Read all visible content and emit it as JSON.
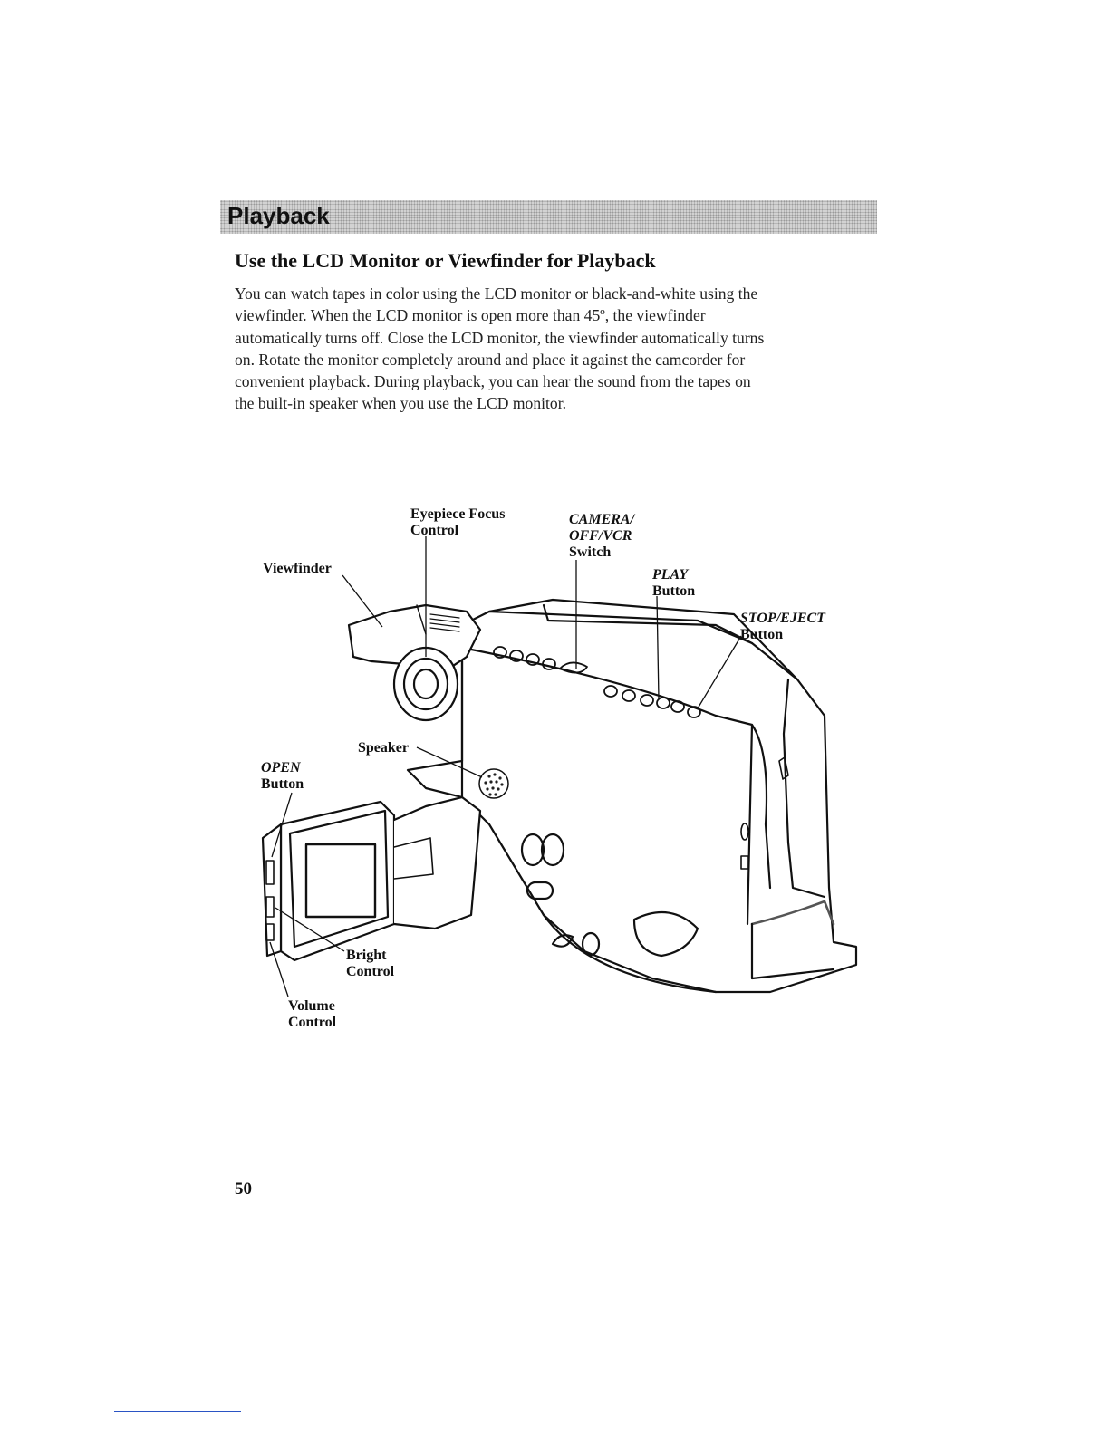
{
  "header": {
    "section_title": "Playback"
  },
  "content": {
    "subheading": "Use the LCD Monitor or Viewfinder for Playback",
    "paragraph": "You can watch tapes in color using the LCD monitor or black-and-white using the\nviewfinder.  When the LCD monitor is open more than 45º, the viewfinder\nautomatically turns off.  Close the LCD monitor, the viewfinder automatically turns\non.  Rotate the monitor completely around and place it against the camcorder for\nconvenient playback.  During playback, you can hear the sound from the tapes on\nthe built-in speaker when you use the LCD monitor."
  },
  "diagram": {
    "callouts": {
      "eyepiece_focus": {
        "line1": "Eyepiece Focus",
        "line2": "Control"
      },
      "camera_switch": {
        "line1": "CAMERA/",
        "line2": "OFF/VCR",
        "line3": "Switch"
      },
      "viewfinder": {
        "line1": "Viewfinder"
      },
      "play_button": {
        "line1": "PLAY",
        "line2": "Button"
      },
      "stop_eject_button": {
        "line1": "STOP/EJECT",
        "line2": "Button"
      },
      "speaker": {
        "line1": "Speaker"
      },
      "open_button": {
        "line1": "OPEN",
        "line2": "Button"
      },
      "bright_control": {
        "line1": "Bright",
        "line2": "Control"
      },
      "volume_control": {
        "line1": "Volume",
        "line2": "Control"
      }
    }
  },
  "footer": {
    "page_number": "50"
  }
}
